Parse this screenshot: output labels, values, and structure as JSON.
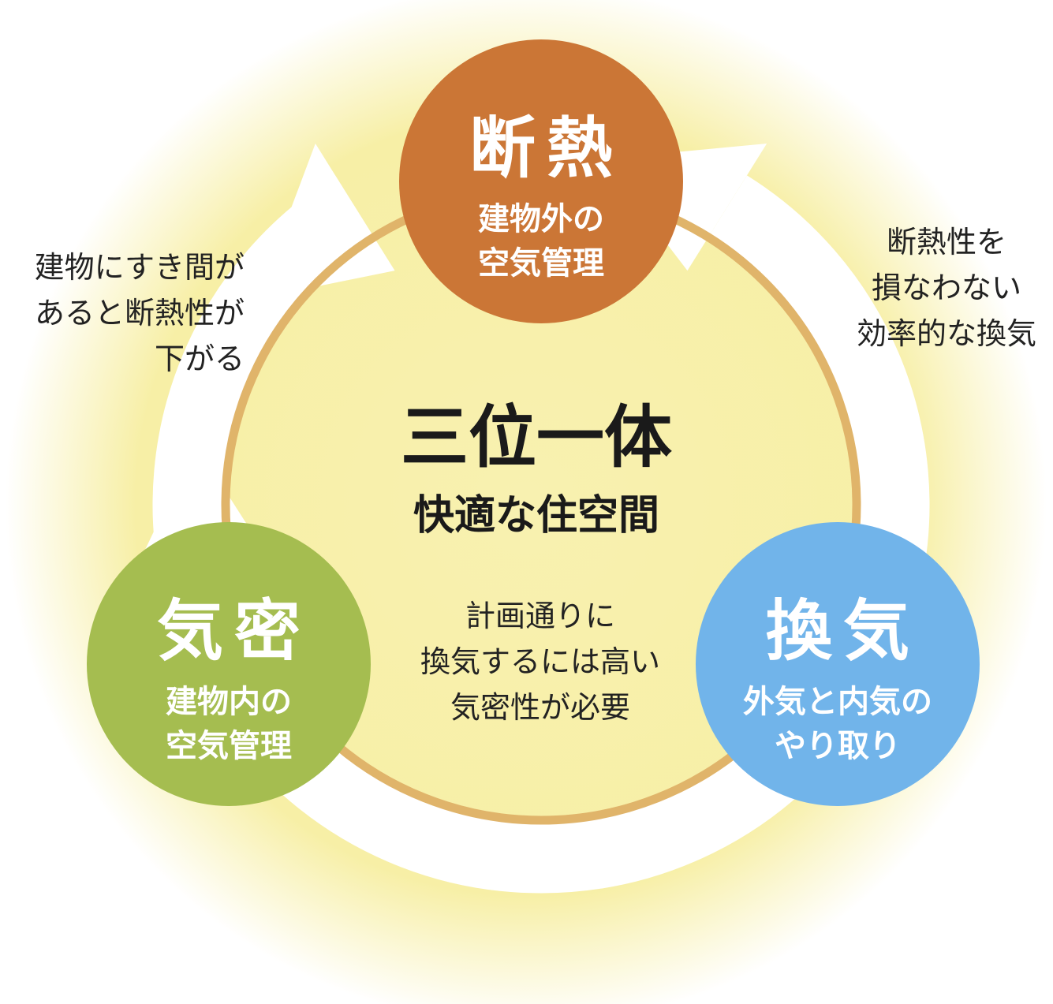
{
  "center": {
    "title": "三位一体",
    "subtitle": "快適な住空間"
  },
  "nodes": [
    {
      "id": "dannetsu",
      "title": "断熱",
      "subtitle": "建物外の\n空気管理",
      "color": "#CB7636"
    },
    {
      "id": "kimitsu",
      "title": "気密",
      "subtitle": "建物内の\n空気管理",
      "color": "#A5BD50"
    },
    {
      "id": "kanki",
      "title": "換気",
      "subtitle": "外気と内気の\nやり取り",
      "color": "#71B4EA"
    }
  ],
  "relations": {
    "left": "建物にすき間が\nあると断熱性が\n下がる",
    "right": "断熱性を\n損なわない\n効率的な換気",
    "bottom": "計画通りに\n換気するには高い\n気密性が必要"
  },
  "colors": {
    "ring": "#E0B46A",
    "glow": "#F7EFA6",
    "arrow": "#FFFFFF"
  }
}
